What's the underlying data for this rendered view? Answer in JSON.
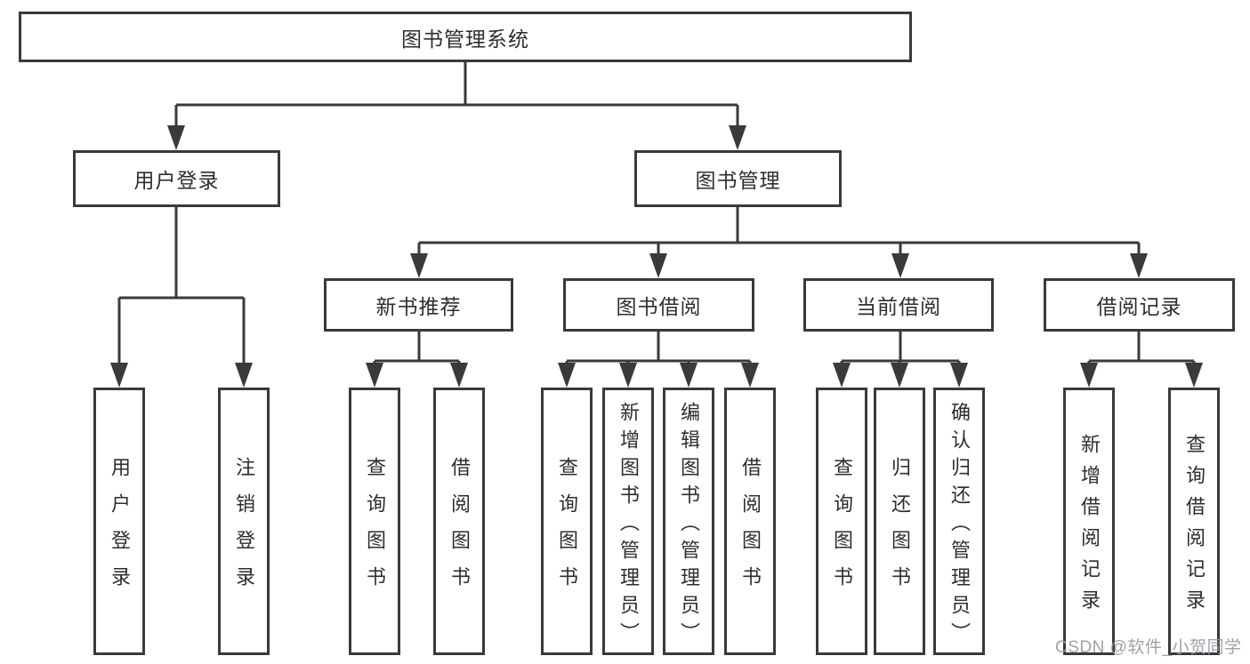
{
  "diagram_title": "图书管理系统",
  "watermark": {
    "text": "CSDN @软件_小贺同学"
  },
  "colors": {
    "line": "#3a3a3a",
    "text": "#2e2e2e",
    "watermark": "#989aa2",
    "background": "#ffffff"
  },
  "tree": {
    "root": {
      "label": "图书管理系统"
    },
    "groups": [
      {
        "label": "用户登录",
        "children": [
          "用户登录",
          "注销登录"
        ]
      },
      {
        "label": "图书管理",
        "subgroups": [
          {
            "label": "新书推荐",
            "children": [
              "查询图书",
              "借阅图书"
            ]
          },
          {
            "label": "图书借阅",
            "children": [
              "查询图书",
              "新增图书（管理员）",
              "编辑图书（管理员）",
              "借阅图书"
            ]
          },
          {
            "label": "当前借阅",
            "children": [
              "查询图书",
              "归还图书",
              "确认归还（管理员）"
            ]
          },
          {
            "label": "借阅记录",
            "children": [
              "新增借阅记录",
              "查询借阅记录"
            ]
          }
        ]
      }
    ]
  }
}
